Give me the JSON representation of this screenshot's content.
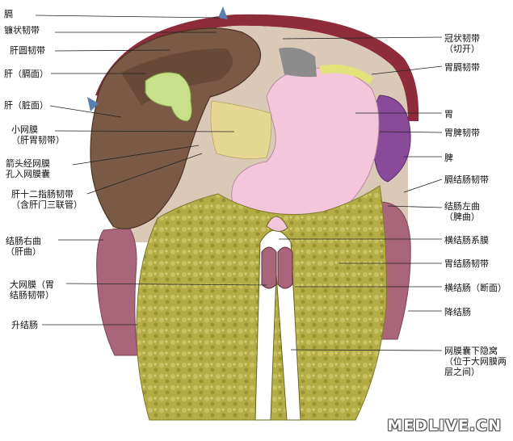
{
  "labels_left": [
    {
      "key": "diaphragm",
      "lines": [
        "膈"
      ]
    },
    {
      "key": "falciform",
      "lines": [
        "镰状韧带"
      ]
    },
    {
      "key": "round_ligament",
      "lines": [
        "肝圆韧带"
      ]
    },
    {
      "key": "liver_diaphragmatic",
      "lines": [
        "肝（膈面）"
      ]
    },
    {
      "key": "liver_visceral",
      "lines": [
        "肝（脏面）"
      ]
    },
    {
      "key": "lesser_omentum",
      "lines": [
        "小网膜",
        "（肝胃韧带）"
      ]
    },
    {
      "key": "epiploic_foramen",
      "lines": [
        "箭头经网膜",
        "孔入网膜囊"
      ]
    },
    {
      "key": "hepatoduodenal",
      "lines": [
        "肝十二指肠韧带",
        "（含肝门三联管）"
      ]
    },
    {
      "key": "right_colic_flexure",
      "lines": [
        "结肠右曲",
        "（肝曲）"
      ]
    },
    {
      "key": "greater_omentum",
      "lines": [
        "大网膜（胃",
        "结肠韧带）"
      ]
    },
    {
      "key": "ascending_colon",
      "lines": [
        "升结肠"
      ]
    }
  ],
  "labels_right": [
    {
      "key": "coronary",
      "lines": [
        "冠状韧带",
        "（切开）"
      ]
    },
    {
      "key": "gastrophrenic",
      "lines": [
        "胃膈韧带"
      ]
    },
    {
      "key": "stomach",
      "lines": [
        "胃"
      ]
    },
    {
      "key": "gastrosplenic",
      "lines": [
        "胃脾韧带"
      ]
    },
    {
      "key": "spleen",
      "lines": [
        "脾"
      ]
    },
    {
      "key": "phrenicocolic",
      "lines": [
        "膈结肠韧带"
      ]
    },
    {
      "key": "left_colic_flexure",
      "lines": [
        "结肠左曲",
        "（脾曲）"
      ]
    },
    {
      "key": "transverse_mesocolon",
      "lines": [
        "横结肠系膜"
      ]
    },
    {
      "key": "gastrocolic",
      "lines": [
        "胃结肠韧带"
      ]
    },
    {
      "key": "transverse_colon",
      "lines": [
        "横结肠（断面）"
      ]
    },
    {
      "key": "descending_colon",
      "lines": [
        "降结肠"
      ]
    },
    {
      "key": "inferior_recess",
      "lines": [
        "网膜囊下隐窝",
        "（位于大网膜两",
        "层之间）"
      ]
    }
  ],
  "watermark": "MEDLIVE.CN",
  "colors": {
    "liver": "#7a5a45",
    "liver_dark": "#5e4232",
    "stomach": "#f3c6dc",
    "omentum": "#b8b04a",
    "spleen": "#8a4a9a",
    "gallbladder": "#c8e08a",
    "colon": "#a9667a",
    "diaphragm": "#8f2c3c"
  }
}
